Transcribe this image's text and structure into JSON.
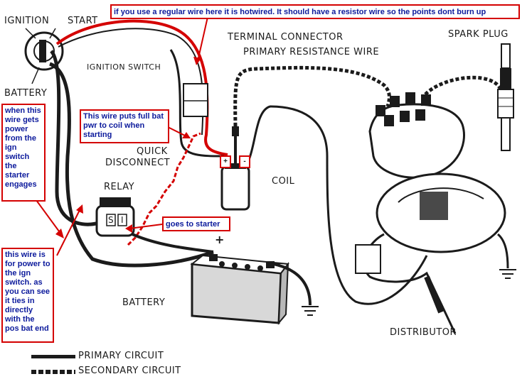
{
  "labels": {
    "ignition": "IGNITION",
    "start": "START",
    "battery_terminal": "BATTERY",
    "ignition_switch": "IGNITION SWITCH",
    "terminal_connector": "TERMINAL CONNECTOR",
    "primary_resistance_wire": "PRIMARY RESISTANCE WIRE",
    "spark_plug": "SPARK PLUG",
    "quick": "QUICK",
    "disconnect": "DISCONNECT",
    "coil": "COIL",
    "relay": "RELAY",
    "relay_s": "S",
    "relay_i": "I",
    "battery": "BATTERY",
    "battery_plus": "+",
    "battery_minus": "−",
    "distributor": "DISTRIBUTOR",
    "coil_plus": "+",
    "coil_minus": "-"
  },
  "legend": {
    "primary": "PRIMARY CIRCUIT",
    "secondary": "SECONDARY CIRCUIT"
  },
  "annotations": {
    "top": "if you use a regular wire here it is hotwired. It should have a resistor wire so the points dont burn up",
    "left_upper": "when this wire gets power from the ign switch the starter engages",
    "middle": "This wire puts full bat pwr to coil when starting",
    "starter": "goes to starter",
    "left_lower": "this wire is for power to the ign switch. as you can see it ties in directly with the pos bat end"
  },
  "colors": {
    "annotation_border": "#d40000",
    "annotation_text": "#0c1a9c",
    "wire": "#1b1b1b",
    "highlight_wire": "#d40000"
  }
}
